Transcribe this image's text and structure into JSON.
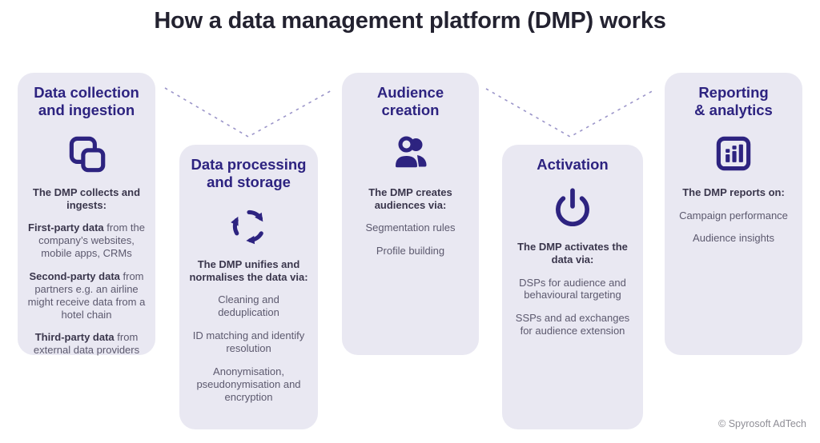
{
  "title": "How a data management platform (DMP) works",
  "footer": {
    "credit": "© Spyrosoft AdTech"
  },
  "colors": {
    "accent": "#2d2380",
    "card_background": "#e9e8f2",
    "title_text": "#232230",
    "bold_text": "#3a364c",
    "body_text": "#5c596e",
    "connector_dash": "#9b95c9"
  },
  "cards": [
    {
      "heading": "Data collection\nand ingestion",
      "icon": "copy-icon",
      "intro": "The DMP collects and ingests:",
      "items": [
        {
          "lead": "First-party data",
          "rest": " from the company’s websites, mobile apps, CRMs"
        },
        {
          "lead": "Second-party data",
          "rest": " from partners e.g. an airline might receive data from a hotel chain"
        },
        {
          "lead": "Third-party data",
          "rest": " from external data providers"
        }
      ]
    },
    {
      "heading": "Data processing\nand storage",
      "icon": "recycle-icon",
      "intro": "The DMP unifies and normalises the data via:",
      "items": [
        {
          "text": "Cleaning and deduplication"
        },
        {
          "text": "ID matching and identify resolution"
        },
        {
          "text": "Anonymisation, pseudonymisation and encryption"
        }
      ]
    },
    {
      "heading": "Audience\ncreation",
      "icon": "users-icon",
      "intro": "The DMP creates audiences via:",
      "items": [
        {
          "text": "Segmentation rules"
        },
        {
          "text": "Profile building"
        }
      ]
    },
    {
      "heading": "Activation",
      "icon": "power-icon",
      "intro": "The DMP activates the data via:",
      "items": [
        {
          "text": "DSPs for audience and behavioural targeting"
        },
        {
          "text": "SSPs and ad exchanges for audience extension"
        }
      ]
    },
    {
      "heading": "Reporting\n& analytics",
      "icon": "bar-chart-icon",
      "intro": "The DMP reports on:",
      "items": [
        {
          "text": "Campaign performance"
        },
        {
          "text": "Audience insights"
        }
      ]
    }
  ]
}
